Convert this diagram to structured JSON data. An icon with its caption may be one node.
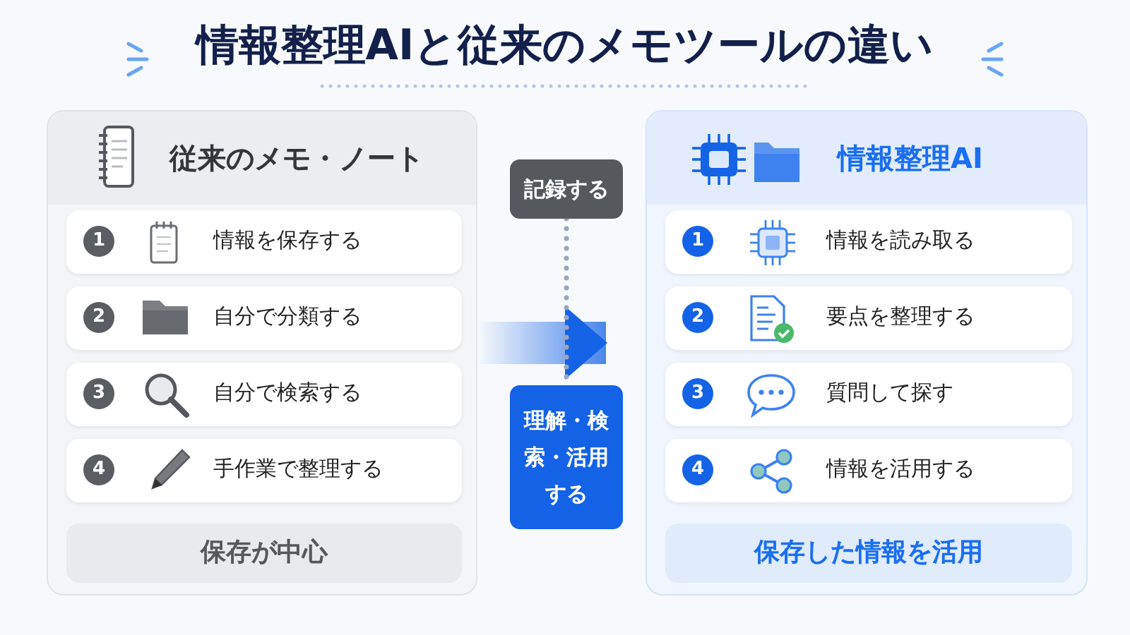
{
  "diagram": {
    "title": "情報整理AIと従来のメモツールの違い",
    "nodes": [
      {
        "text": [
          "従来のメモ・ノート"
        ]
      },
      {
        "text": [
          "1",
          "情報を保存する"
        ],
        "in": 0
      },
      {
        "text": [
          "2",
          "自分で分類する"
        ],
        "in": 0
      },
      {
        "text": [
          "3",
          "自分で検索する"
        ],
        "in": 0
      },
      {
        "text": [
          "4",
          "手作業で整理する"
        ],
        "in": 0
      },
      {
        "text": [
          "保存が中心"
        ],
        "in": 0
      },
      {
        "text": [
          "情報整理AI"
        ]
      },
      {
        "text": [
          "1",
          "情報を読み取る"
        ],
        "in": 6
      },
      {
        "text": [
          "2",
          "要点を整理する"
        ],
        "in": 6
      },
      {
        "text": [
          "3",
          "質問して探す"
        ],
        "in": 6
      },
      {
        "text": [
          "4",
          "情報を活用する"
        ],
        "in": 6
      },
      {
        "text": [
          "保存した情報を活用"
        ],
        "in": 6
      },
      {
        "text": [
          "記録する"
        ]
      },
      {
        "text": [
          "理解・検索・活用する"
        ]
      }
    ],
    "edges": [
      {
        "from": 0,
        "to": 6,
        "arrow": "to",
        "style": "thick"
      },
      {
        "from": 12,
        "to": 13,
        "arrow": "none",
        "style": "dashed"
      }
    ]
  }
}
